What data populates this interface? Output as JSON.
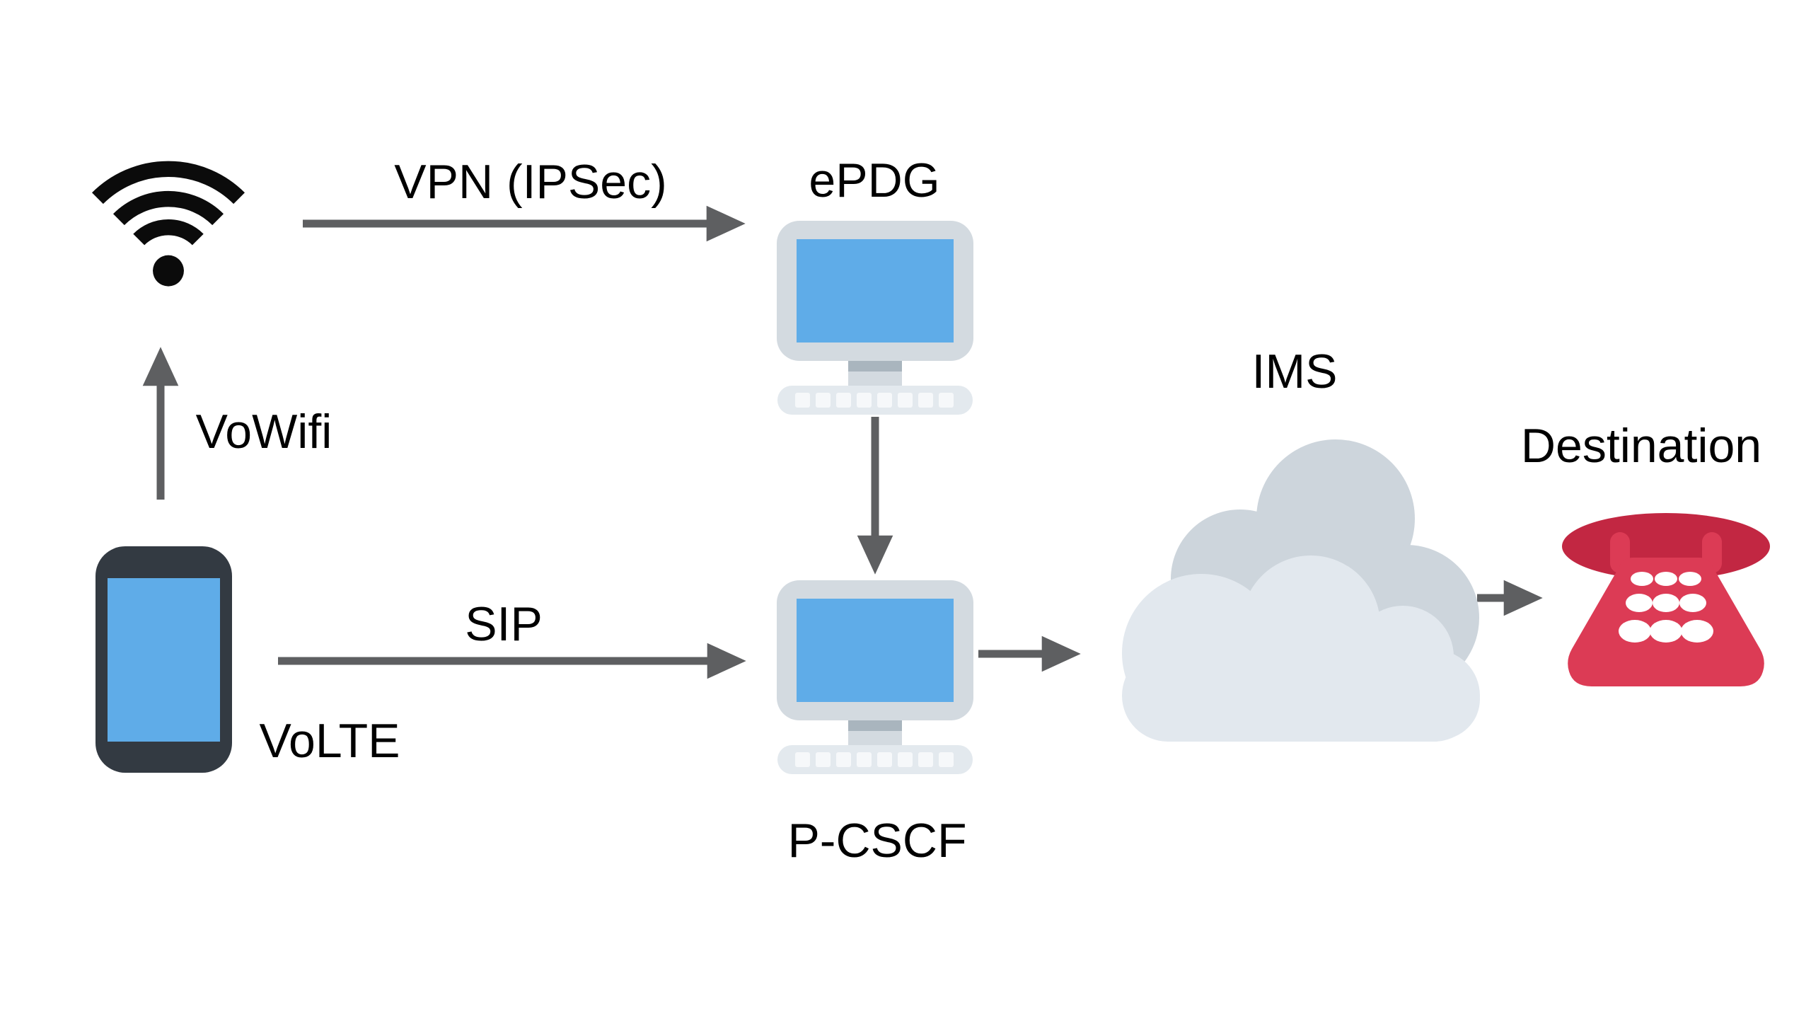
{
  "diagram_type": "network-call-flow",
  "nodes": [
    {
      "id": "wifi",
      "icon": "wifi-icon",
      "label": ""
    },
    {
      "id": "smartphone",
      "icon": "smartphone-icon",
      "label": "VoLTE"
    },
    {
      "id": "epdg",
      "icon": "desktop-computer-icon",
      "label": "ePDG"
    },
    {
      "id": "pcscf",
      "icon": "desktop-computer-icon",
      "label": "P-CSCF"
    },
    {
      "id": "ims",
      "icon": "cloud-icon",
      "label": "IMS"
    },
    {
      "id": "destination",
      "icon": "telephone-icon",
      "label": "Destination"
    }
  ],
  "edges": [
    {
      "from": "smartphone",
      "to": "wifi",
      "label": "VoWifi",
      "direction": "up"
    },
    {
      "from": "wifi",
      "to": "epdg",
      "label": "VPN (IPSec)",
      "direction": "right"
    },
    {
      "from": "smartphone",
      "to": "pcscf",
      "label": "SIP",
      "direction": "right"
    },
    {
      "from": "epdg",
      "to": "pcscf",
      "label": "",
      "direction": "down"
    },
    {
      "from": "pcscf",
      "to": "ims",
      "label": "",
      "direction": "right"
    },
    {
      "from": "ims",
      "to": "destination",
      "label": "",
      "direction": "right"
    }
  ],
  "colors": {
    "background": "#ffffff",
    "text": "#000000",
    "arrow": "#5E5F61",
    "wifi_black": "#0B0B0B",
    "smartphone_body": "#333A42",
    "screen_blue": "#5FACE8",
    "monitor_frame": "#D3DAE0",
    "monitor_stand_dark": "#A9B5BE",
    "keyboard": "#E3E9EE",
    "keyboard_key": "#F6F8FA",
    "cloud_back": "#CDD5DC",
    "cloud_front": "#E2E8EE",
    "telephone_handset_red": "#C22742",
    "telephone_body_red": "#DC3B55",
    "telephone_key": "#FFFFFF"
  }
}
